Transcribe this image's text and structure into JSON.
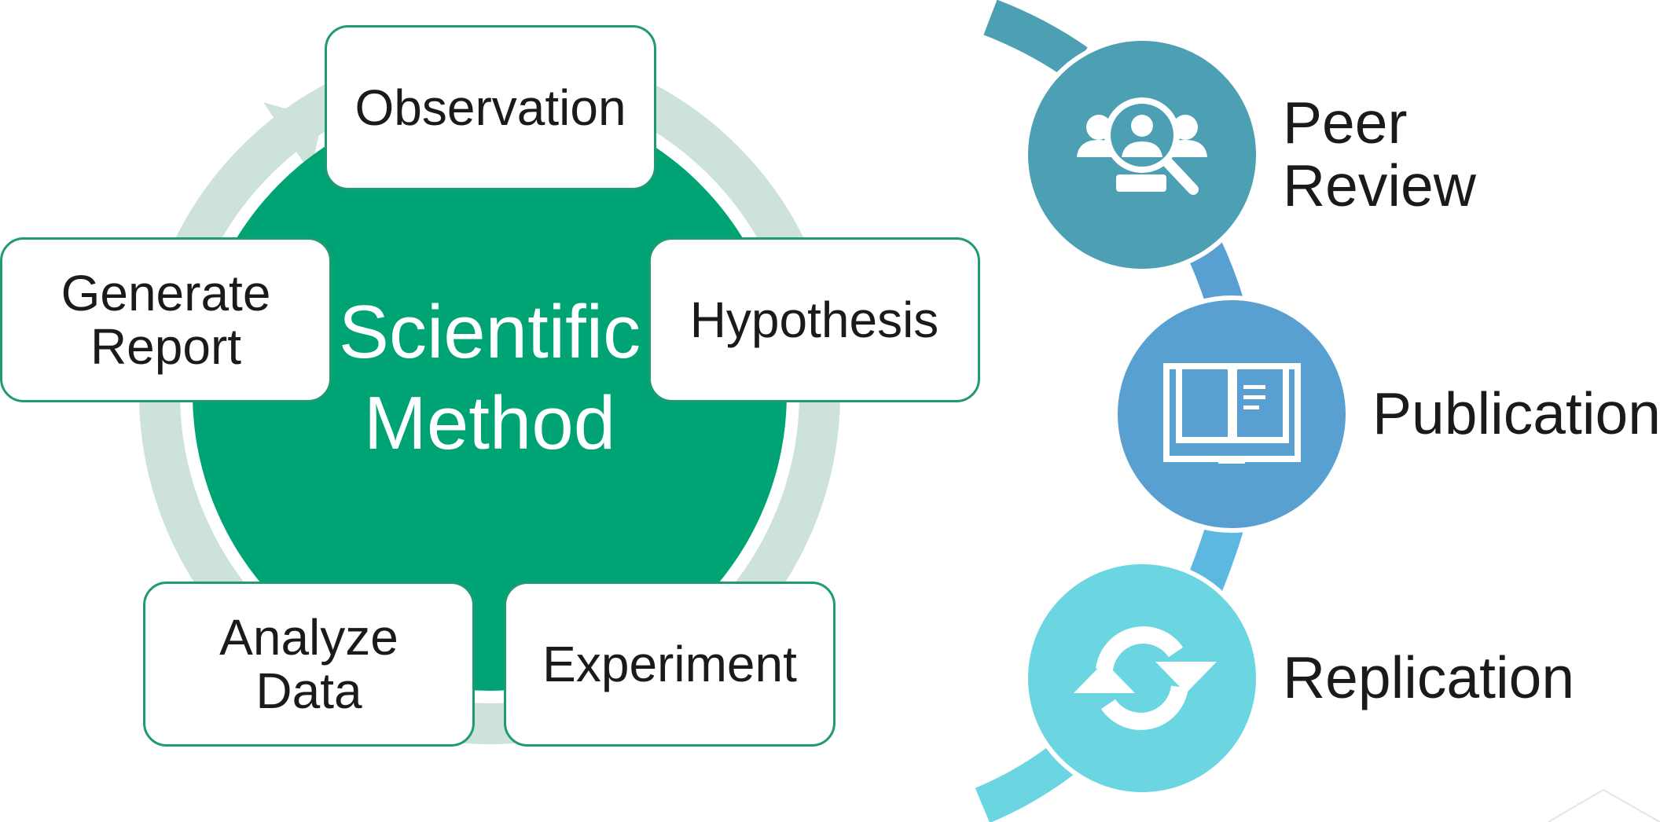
{
  "diagram": {
    "center": {
      "line1": "Scientific",
      "line2": "Method"
    },
    "steps": [
      {
        "lines": [
          "Observation"
        ]
      },
      {
        "lines": [
          "Hypothesis"
        ]
      },
      {
        "lines": [
          "Experiment"
        ]
      },
      {
        "lines": [
          "Analyze",
          "Data"
        ]
      },
      {
        "lines": [
          "Generate",
          "Report"
        ]
      }
    ]
  },
  "pipeline": [
    {
      "lines": [
        "Peer",
        "Review"
      ],
      "icon": "peer-review-magnifier-icon",
      "color": "#4d9fb3"
    },
    {
      "lines": [
        "Publication"
      ],
      "icon": "open-book-icon",
      "color": "#58a0d1"
    },
    {
      "lines": [
        "Replication"
      ],
      "icon": "refresh-arrows-icon",
      "color": "#6bd6e1"
    }
  ],
  "colors": {
    "green": "#00a474",
    "ring": "#cde2d9",
    "border": "#1f9a72"
  }
}
